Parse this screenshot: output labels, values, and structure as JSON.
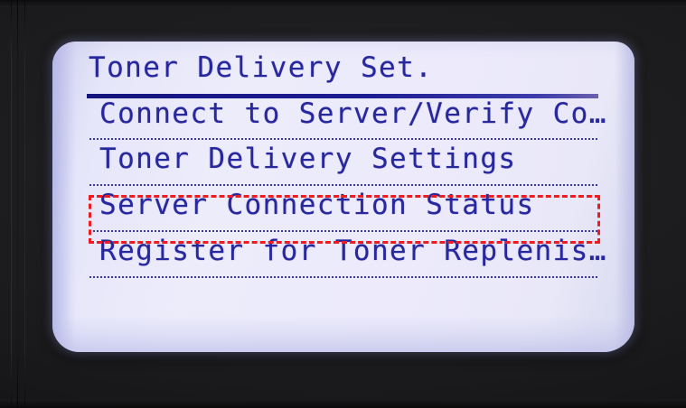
{
  "device": {
    "type": "printer-control-panel-lcd",
    "bezel_color": "#1e1e20"
  },
  "screen": {
    "title": "Toner Delivery Set.",
    "background_color": "#ecebfa",
    "text_color": "#27279e",
    "menu_items": [
      {
        "label": "Connect to Server/Verify Co…",
        "truncated": true,
        "highlighted": false
      },
      {
        "label": "Toner Delivery Settings",
        "truncated": false,
        "highlighted": false
      },
      {
        "label": "Server Connection Status",
        "truncated": false,
        "highlighted": true
      },
      {
        "label": "Register for Toner Replenis…",
        "truncated": true,
        "highlighted": false
      }
    ]
  },
  "annotation": {
    "type": "dashed-rectangle",
    "color": "#ee1c20",
    "target_item_index": 2,
    "target_label": "Server Connection Status"
  }
}
